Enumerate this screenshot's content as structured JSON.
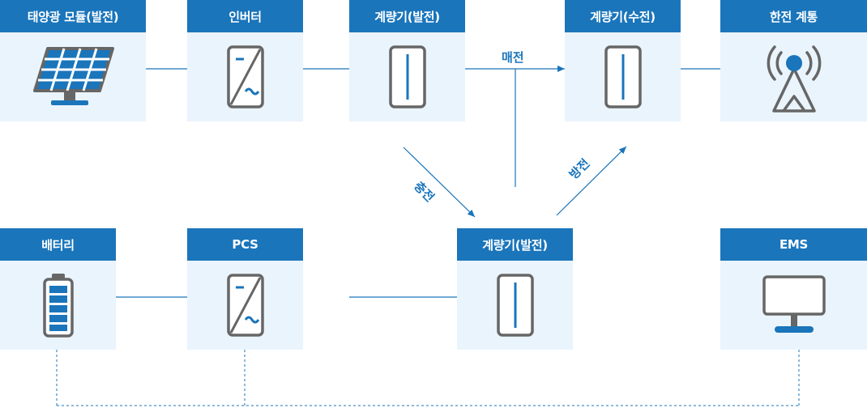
{
  "nodes": {
    "solar": "태양광 모듈(발전)",
    "inverter": "인버터",
    "meter_gen_top": "계량기(발전)",
    "meter_recv": "계량기(수전)",
    "grid": "한전 계통",
    "battery": "배터리",
    "pcs": "PCS",
    "meter_gen_bottom": "계량기(발전)",
    "ems": "EMS"
  },
  "flows": {
    "sell": "매전",
    "charge": "충전",
    "discharge": "방전"
  },
  "colors": {
    "accent": "#1a75bb",
    "panel_bg": "#eaf4fc",
    "icon_gray": "#666666"
  }
}
